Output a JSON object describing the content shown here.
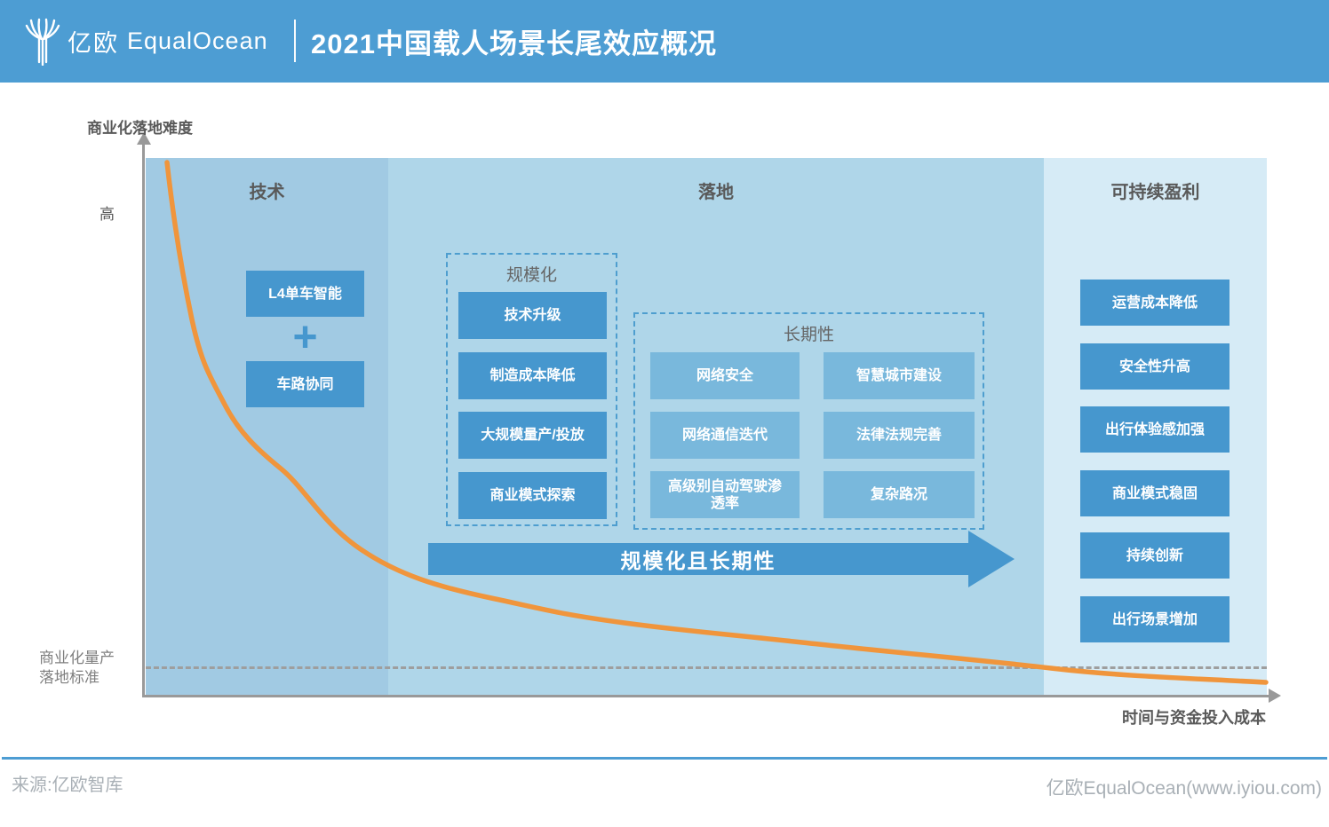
{
  "header": {
    "logo_zh": "亿欧",
    "logo_en": "EqualOcean",
    "title": "2021中国载人场景长尾效应概况"
  },
  "chart": {
    "y_axis_label": "商业化落地难度",
    "y_high_label": "高",
    "x_axis_label": "时间与资金投入成本",
    "threshold_line1": "商业化量产",
    "threshold_line2": "落地标准",
    "zones": [
      {
        "label": "技术"
      },
      {
        "label": "落地"
      },
      {
        "label": "可持续盈利"
      }
    ],
    "tech_items": {
      "top": "L4单车智能",
      "plus": "+",
      "bottom": "车路协同"
    },
    "scale_group": {
      "title": "规模化",
      "items": [
        "技术升级",
        "制造成本降低",
        "大规模量产/投放",
        "商业模式探索"
      ]
    },
    "longterm_group": {
      "title": "长期性",
      "left_items": [
        "网络安全",
        "网络通信迭代",
        "高级别自动驾驶渗透率"
      ],
      "right_items": [
        "智慧城市建设",
        "法律法规完善",
        "复杂路况"
      ]
    },
    "arrow_label": "规模化且长期性",
    "profit_items": [
      "运营成本降低",
      "安全性升高",
      "出行体验感加强",
      "商业模式稳固",
      "持续创新",
      "出行场景增加"
    ],
    "colors": {
      "accent": "#4D9DD3",
      "zone_tech": "#A1CAE3",
      "zone_landing": "#AFD6E9",
      "zone_profit": "#D6EBF6",
      "box_strong": "#4697CE",
      "box_light": "#79B8DC",
      "curve": "#F0953C",
      "axis": "#999999"
    }
  },
  "footer": {
    "source": "来源:亿欧智库",
    "site": "亿欧EqualOcean(www.iyiou.com)"
  }
}
